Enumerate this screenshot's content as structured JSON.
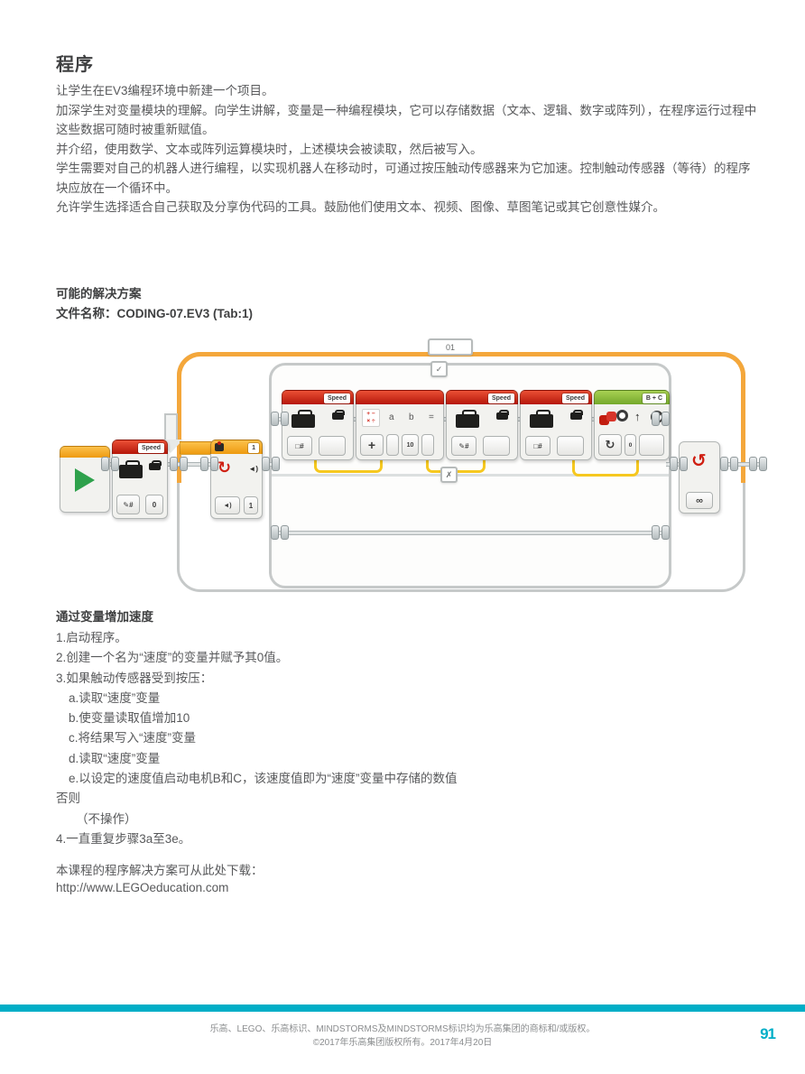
{
  "page": {
    "title": "程序",
    "intro_paragraphs": [
      "让学生在EV3编程环境中新建一个项目。",
      "加深学生对变量模块的理解。向学生讲解，变量是一种编程模块，它可以存储数据（文本、逻辑、数字或阵列），在程序运行过程中这些数据可随时被重新赋值。",
      "并介绍，使用数学、文本或阵列运算模块时，上述模块会被读取，然后被写入。",
      "学生需要对自己的机器人进行编程，以实现机器人在移动时，可通过按压触动传感器来为它加速。控制触动传感器（等待）的程序块应放在一个循环中。",
      "允许学生选择适合自己获取及分享伪代码的工具。鼓励他们使用文本、视频、图像、草图笔记或其它创意性媒介。"
    ],
    "solution_heading": "可能的解决方案",
    "file_name_line": "文件名称：CODING-07.EV3 (Tab:1)",
    "pseudocode_heading": "通过变量增加速度",
    "pseudocode_lines": [
      "1.启动程序。",
      "2.创建一个名为“速度”的变量并赋予其0值。",
      "3.如果触动传感器受到按压：",
      "a.读取“速度”变量",
      "b.使变量读取值增加10",
      "c.将结果写入“速度”变量",
      "d.读取“速度”变量",
      "e.以设定的速度值启动电机B和C，该速度值即为“速度”变量中存储的数值",
      "否则",
      "（不操作）",
      "4.一直重复步骤3a至3e。"
    ],
    "download_label": "本课程的程序解决方案可从此处下载：",
    "download_url": "http://www.LEGOeducation.com",
    "footer": {
      "trademark_line": "乐高、LEGO、乐高标识、MINDSTORMS及MINDSTORMS标识均为乐高集团的商标和/或版权。",
      "copyright_line": "©2017年乐高集团版权所有。2017年4月20日",
      "page_number": "91"
    }
  },
  "program": {
    "loop_tab": "01",
    "variable_name": "Speed",
    "variable_init_value": "0",
    "wait_port": "1",
    "wait_value": "1",
    "math_a": "a",
    "math_b": "b",
    "math_eq": "=",
    "math_b_value": "10",
    "move_ports_tab": "B + C",
    "move_steering_value": "0",
    "icons": {
      "check": "✓",
      "cross": "✗",
      "infinity": "∞",
      "write_numeric": "✎#",
      "read_numeric": "□#",
      "plus": "+",
      "ops_row1": "+ −",
      "ops_row2": "× ÷",
      "clockwise_arrow": "↻",
      "counterclockwise_arrow": "↺",
      "up_arrow": "↑",
      "pressed_state": "◄)"
    }
  },
  "colors": {
    "accent_teal": "#00AEC7",
    "block_red": "#C42311",
    "block_green": "#8BC23F",
    "block_orange": "#F5A623",
    "wire_yellow": "#F8CE27",
    "body_text": "#58595B"
  }
}
